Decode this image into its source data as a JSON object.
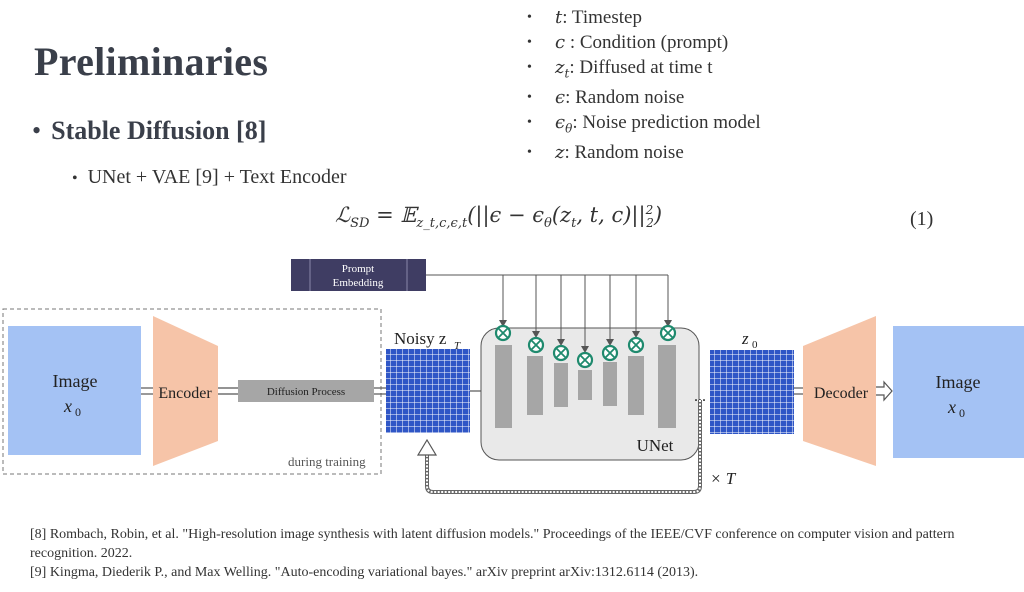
{
  "slide": {
    "title": "Preliminaries",
    "bullet_main": "Stable Diffusion [8]",
    "bullet_sub": "UNet + VAE [9] + Text Encoder"
  },
  "legend": [
    {
      "symbol": "t",
      "sub": "",
      "desc": ": Timestep"
    },
    {
      "symbol": "c",
      "sub": "",
      "desc": " : Condition (prompt)"
    },
    {
      "symbol": "z",
      "sub": "t",
      "desc": ": Diffused at time t"
    },
    {
      "symbol": "ϵ",
      "sub": "",
      "desc": ": Random noise"
    },
    {
      "symbol": "ϵ",
      "sub": "θ",
      "desc": ": Noise prediction model"
    },
    {
      "symbol": "z",
      "sub": "",
      "desc": ": Random noise"
    }
  ],
  "equation": {
    "lhs": "ℒ",
    "lhs_sub": "SD",
    "eq": " = 𝔼",
    "e_sub": "z_t,c,ϵ,t",
    "rhs": "(||ϵ − ϵ",
    "theta": "θ",
    "args": "(z",
    "z_sub": "t",
    "tail": ", t, c)||",
    "norm_sup": "2",
    "norm_sub": "2",
    "close": ")",
    "number": "(1)"
  },
  "diagram": {
    "prompt_label_1": "Prompt",
    "prompt_label_2": "Embedding",
    "image_in_label": "Image",
    "image_in_sym": "x",
    "image_in_sub": "0",
    "encoder_label": "Encoder",
    "diffusion_label": "Diffusion Process",
    "training_label": "during  training",
    "noisy_label": "Noisy z",
    "noisy_sub": "T",
    "unet_label": "UNet",
    "z0_label": "z",
    "z0_sub": "0",
    "decoder_label": "Decoder",
    "image_out_label": "Image",
    "image_out_sym": "x",
    "image_out_sub": "0",
    "ellipsis": "...",
    "times_T": "× T",
    "colors": {
      "image_box": "#a4c2f4",
      "vae": "#f6c4a8",
      "grid_fill": "#2f56c6",
      "unet_bg": "#e9e9e9",
      "unet_bar": "#a6a6a6",
      "cross_ring": "#1f8a6e",
      "prompt_box": "#3f3d63"
    }
  },
  "refs": [
    "[8] Rombach, Robin, et al. \"High-resolution image synthesis with latent diffusion models.\" Proceedings of the IEEE/CVF conference on computer vision and pattern recognition. 2022.",
    "[9] Kingma, Diederik P., and Max Welling. \"Auto-encoding variational bayes.\" arXiv preprint arXiv:1312.6114 (2013)."
  ]
}
